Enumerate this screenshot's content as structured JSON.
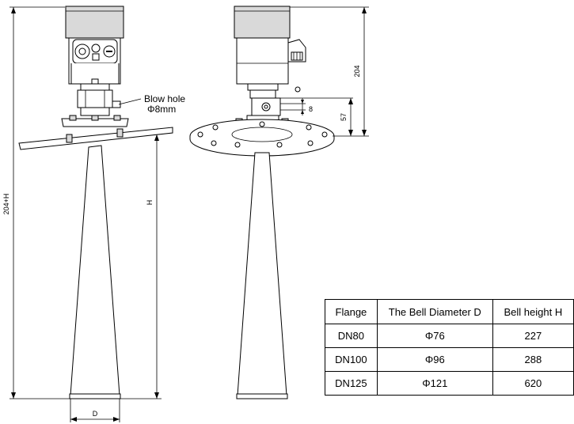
{
  "annotations": {
    "blow_hole_line1": "Blow hole",
    "blow_hole_line2": "Φ8mm"
  },
  "dimensions": {
    "total_height": "204+H",
    "bell_height": "H",
    "bell_diameter": "D",
    "head_height": "204",
    "neck_height": "57",
    "hole_offset": "8"
  },
  "table": {
    "headers": [
      "Flange",
      "The Bell Diameter D",
      "Bell height  H"
    ],
    "rows": [
      [
        "DN80",
        "Φ76",
        "227"
      ],
      [
        "DN100",
        "Φ96",
        "288"
      ],
      [
        "DN125",
        "Φ121",
        "620"
      ]
    ]
  }
}
